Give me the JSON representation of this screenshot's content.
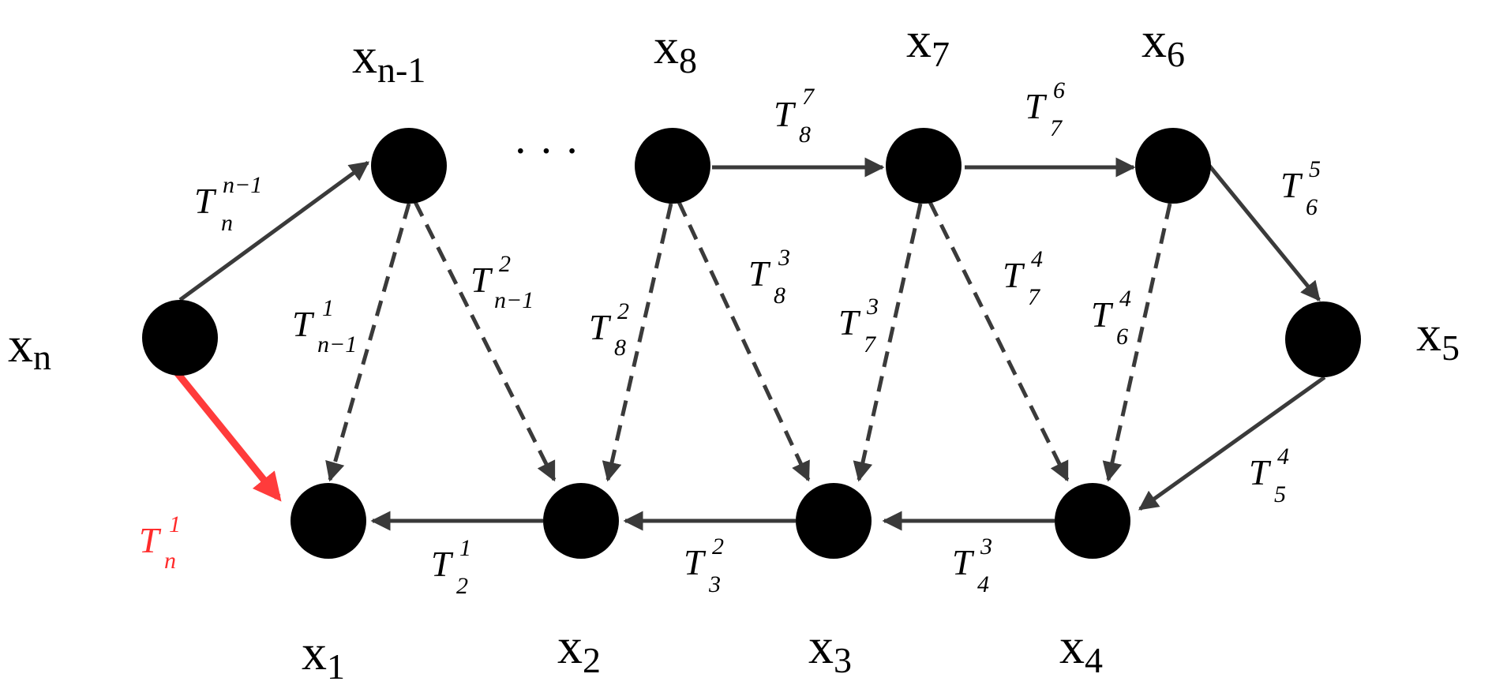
{
  "nodes": {
    "xn": {
      "base": "x",
      "sub": "n"
    },
    "xn1": {
      "base": "x",
      "sub": "n-1"
    },
    "x8": {
      "base": "x",
      "sub": "8"
    },
    "x7": {
      "base": "x",
      "sub": "7"
    },
    "x6": {
      "base": "x",
      "sub": "6"
    },
    "x5": {
      "base": "x",
      "sub": "5"
    },
    "x4": {
      "base": "x",
      "sub": "4"
    },
    "x3": {
      "base": "x",
      "sub": "3"
    },
    "x2": {
      "base": "x",
      "sub": "2"
    },
    "x1": {
      "base": "x",
      "sub": "1"
    }
  },
  "ellipsis": "· · ·",
  "edges": {
    "n_n1": {
      "base": "T",
      "sup": "n−1",
      "sub": "n"
    },
    "n_1": {
      "base": "T",
      "sup": "1",
      "sub": "n"
    },
    "n1_1": {
      "base": "T",
      "sup": "1",
      "sub": "n−1"
    },
    "n1_2": {
      "base": "T",
      "sup": "2",
      "sub": "n−1"
    },
    "8_2": {
      "base": "T",
      "sup": "2",
      "sub": "8"
    },
    "8_3": {
      "base": "T",
      "sup": "3",
      "sub": "8"
    },
    "8_7": {
      "base": "T",
      "sup": "7",
      "sub": "8"
    },
    "7_3": {
      "base": "T",
      "sup": "3",
      "sub": "7"
    },
    "7_4": {
      "base": "T",
      "sup": "4",
      "sub": "7"
    },
    "7_6": {
      "base": "T",
      "sup": "6",
      "sub": "7"
    },
    "6_4": {
      "base": "T",
      "sup": "4",
      "sub": "6"
    },
    "6_5": {
      "base": "T",
      "sup": "5",
      "sub": "6"
    },
    "5_4": {
      "base": "T",
      "sup": "4",
      "sub": "5"
    },
    "4_3": {
      "base": "T",
      "sup": "3",
      "sub": "4"
    },
    "3_2": {
      "base": "T",
      "sup": "2",
      "sub": "3"
    },
    "2_1": {
      "base": "T",
      "sup": "1",
      "sub": "2"
    }
  },
  "colors": {
    "node": "#000000",
    "edge": "#3a3a3a",
    "highlight": "#ff3b3b"
  }
}
